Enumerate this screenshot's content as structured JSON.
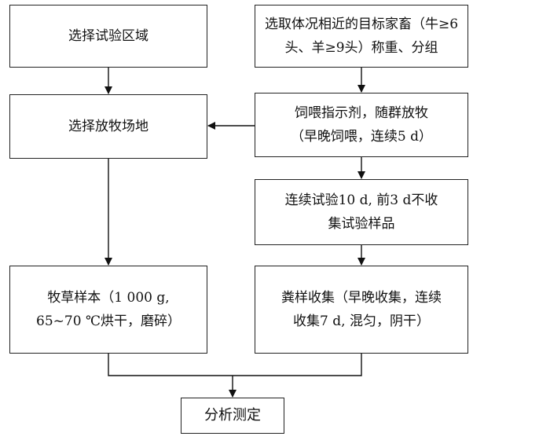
{
  "nodes": {
    "select_area": {
      "lines": [
        "选择试验区域"
      ]
    },
    "select_site": {
      "lines": [
        "选择放牧场地"
      ]
    },
    "grass_sample": {
      "lines": [
        "牧草样本（1 000 g,",
        "65~70 ℃烘干，磨碎）"
      ]
    },
    "select_livestock": {
      "lines": [
        "选取体况相近的目标家畜（牛≥6",
        "头、羊≥9头）称重、分组"
      ]
    },
    "feed_indicator": {
      "lines": [
        "饲喂指示剂，随群放牧",
        "（早晚饲喂，连续5 d）"
      ]
    },
    "continuous_trial": {
      "lines": [
        "连续试验10 d, 前3 d不收",
        "集试验样品"
      ]
    },
    "feces_collection": {
      "lines": [
        "粪样收集（早晚收集，连续",
        "收集7 d, 混匀，阴干）"
      ]
    },
    "analysis": {
      "lines": [
        "分析测定"
      ]
    }
  }
}
